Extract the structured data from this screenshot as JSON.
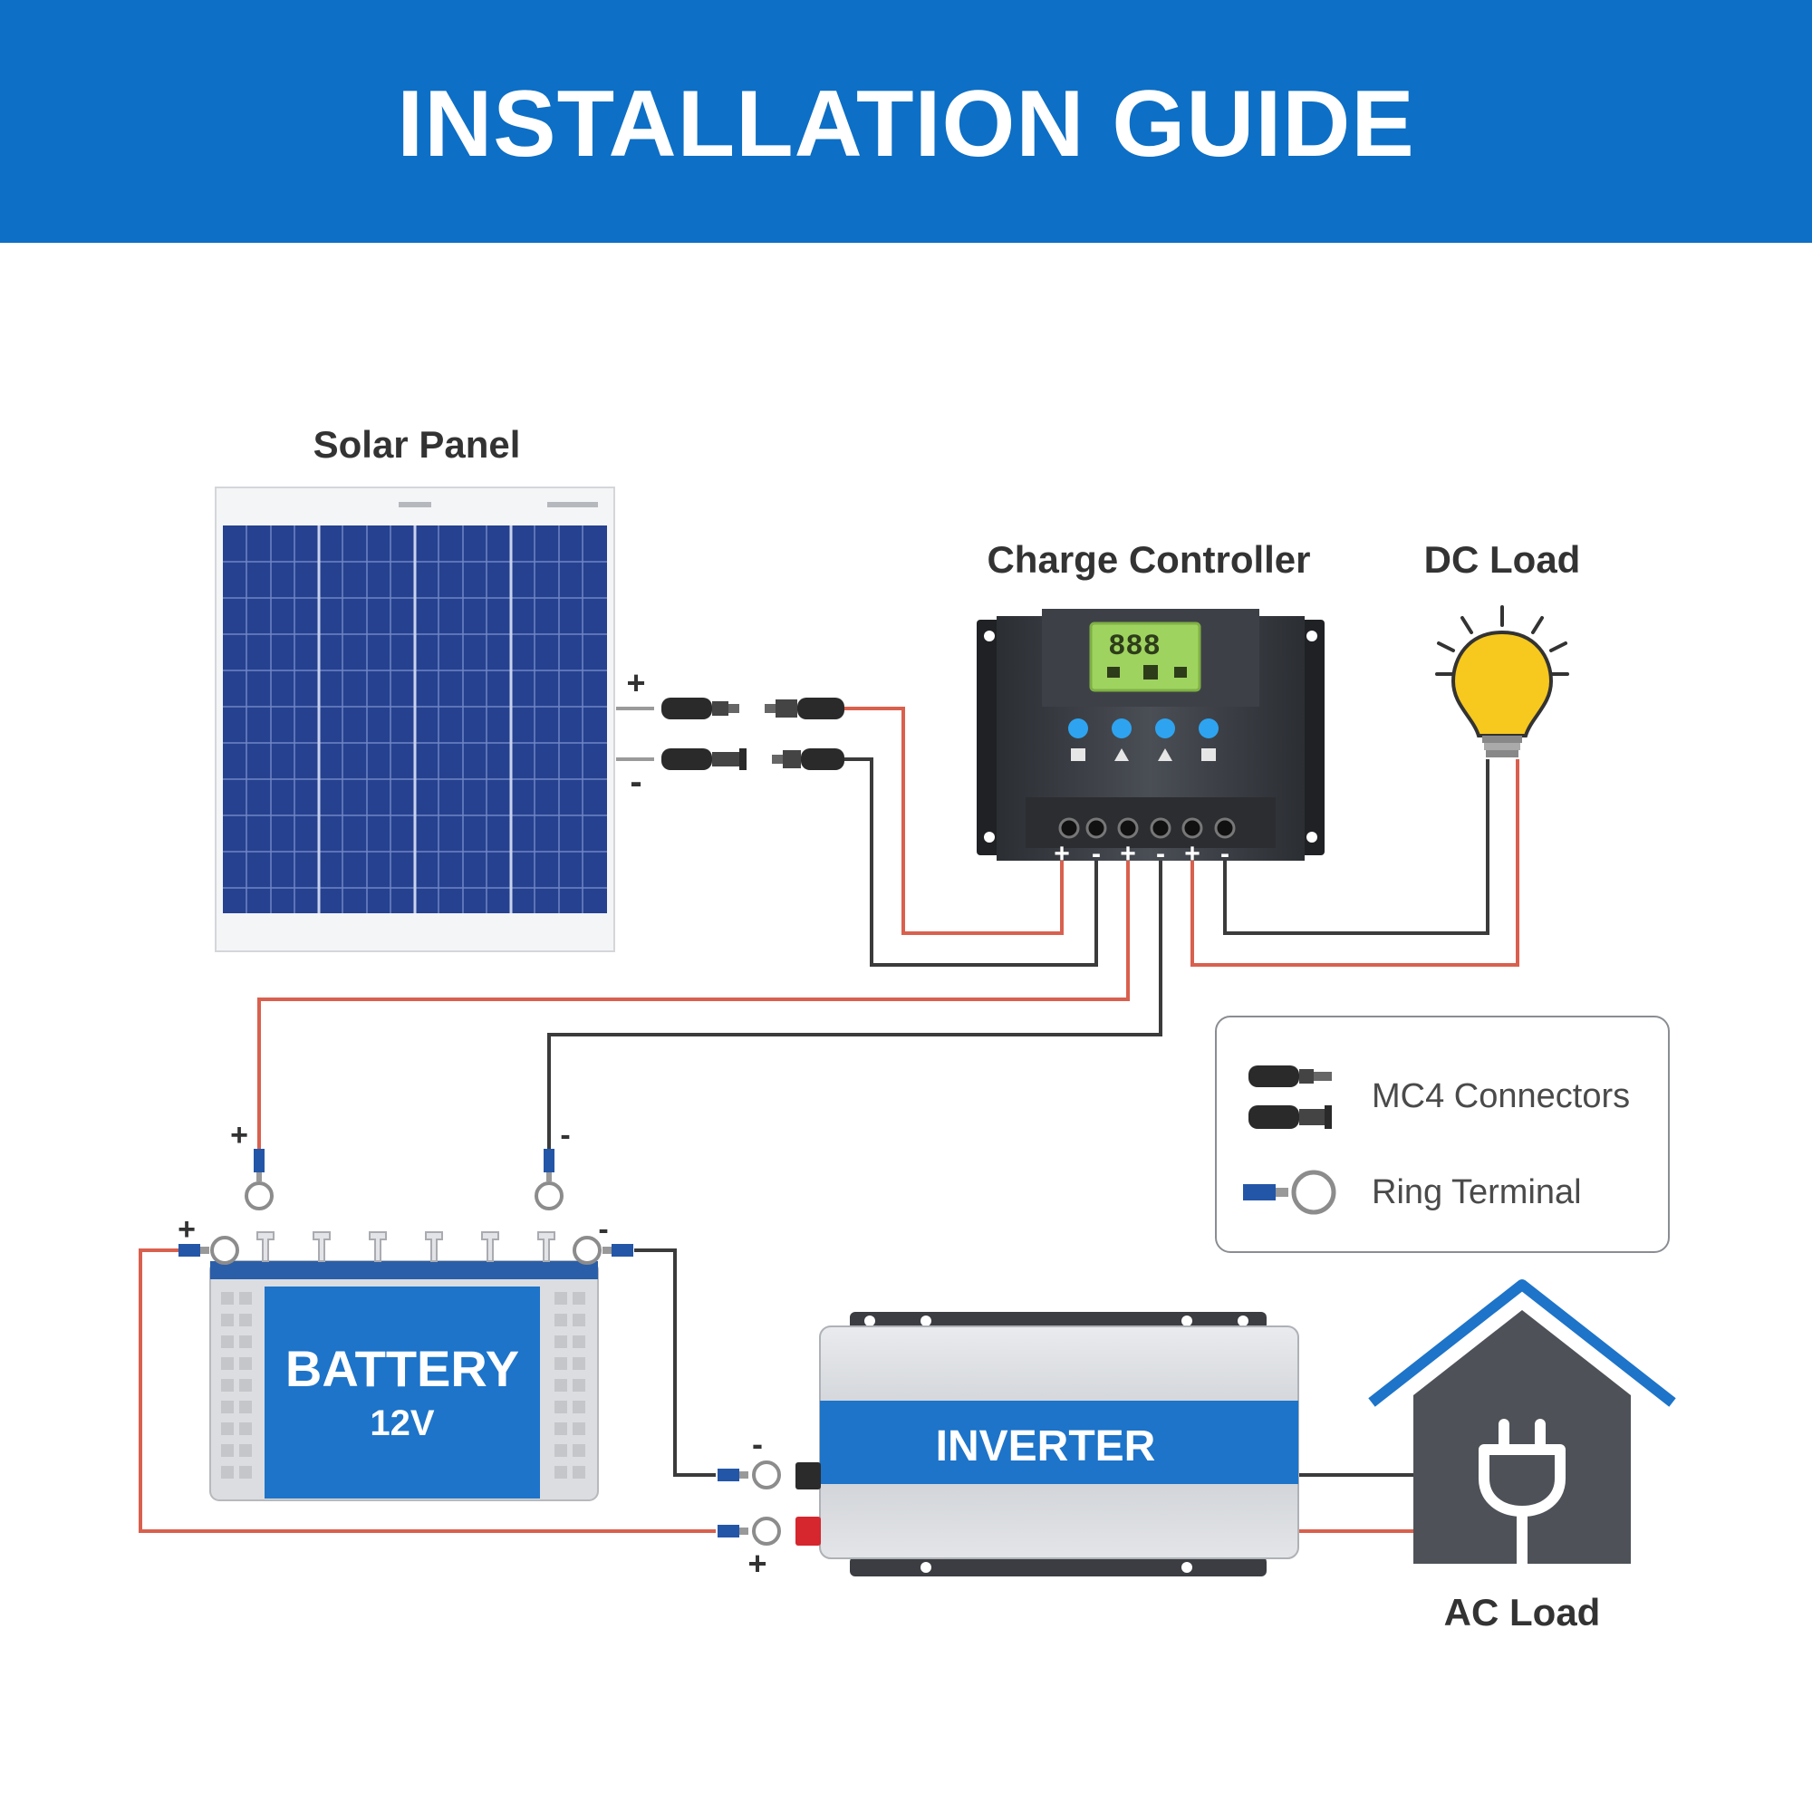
{
  "header": {
    "title": "INSTALLATION GUIDE"
  },
  "components": {
    "solar_panel": "Solar Panel",
    "charge_controller": "Charge Controller",
    "dc_load": "DC Load",
    "battery": "BATTERY",
    "battery_voltage": "12V",
    "inverter": "INVERTER",
    "ac_load": "AC Load"
  },
  "controller_display": "888",
  "legend": {
    "mc4": "MC4 Connectors",
    "ring": "Ring Terminal"
  },
  "polarity": {
    "plus": "+",
    "minus": "-"
  },
  "colors": {
    "brand_blue": "#0d6fc5",
    "positive_wire": "#d9604e",
    "negative_wire": "#3b3b3b",
    "panel_cells": "#26418f",
    "bulb": "#f7c81e",
    "house": "#4e5258"
  }
}
